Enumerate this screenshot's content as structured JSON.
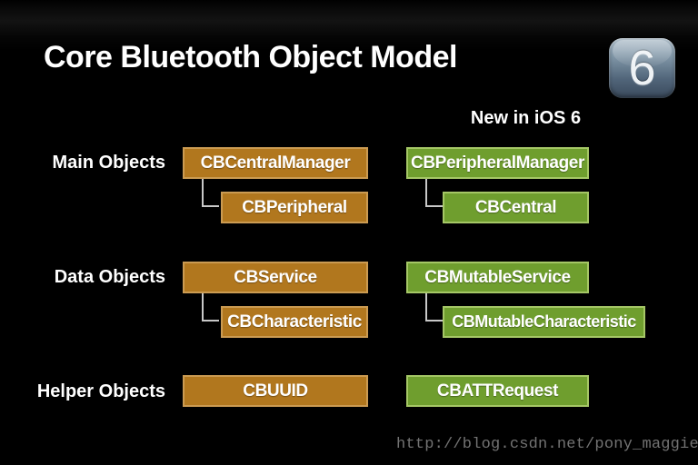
{
  "title": "Core Bluetooth Object Model",
  "badge": {
    "label": "6"
  },
  "right_column_header": "New in iOS 6",
  "colors": {
    "background": "#000000",
    "orange_fill": "#b1771e",
    "orange_border": "#cb9b52",
    "green_fill": "#6f9e2e",
    "green_border": "#a5c766",
    "connector": "#c8c8c8",
    "text": "#ffffff",
    "watermark_text": "#737373",
    "badge_top": "#a9bac7",
    "badge_bottom": "#3a4a5c"
  },
  "rows": [
    {
      "label": "Main Objects",
      "left": {
        "parent": "CBCentralManager",
        "child": "CBPeripheral"
      },
      "right": {
        "parent": "CBPeripheralManager",
        "child": "CBCentral"
      }
    },
    {
      "label": "Data Objects",
      "left": {
        "parent": "CBService",
        "child": "CBCharacteristic"
      },
      "right": {
        "parent": "CBMutableService",
        "child": "CBMutableCharacteristic"
      }
    },
    {
      "label": "Helper Objects",
      "left": {
        "parent": "CBUUID"
      },
      "right": {
        "parent": "CBATTRequest"
      }
    }
  ],
  "watermark": "http://blog.csdn.net/pony_maggie"
}
